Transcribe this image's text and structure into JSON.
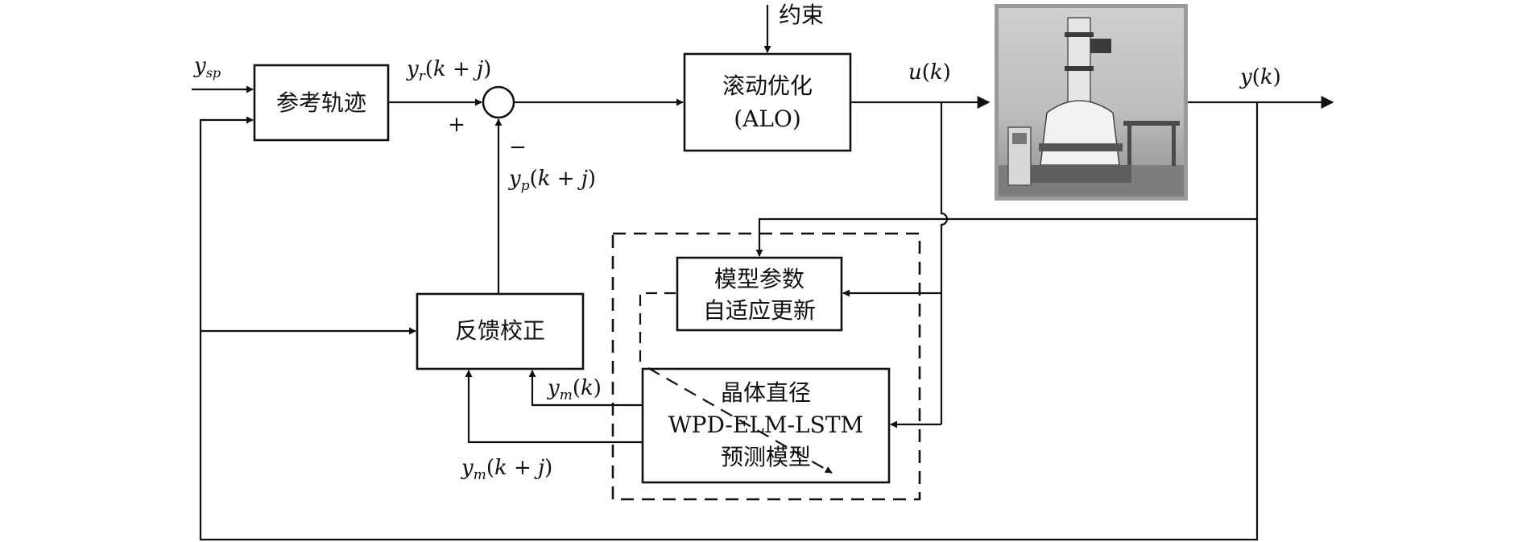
{
  "blocks": {
    "reference": "参考轨迹",
    "optimizer": [
      "滚动优化",
      "(ALO)"
    ],
    "feedback": "反馈校正",
    "update": [
      "模型参数",
      "自适应更新"
    ],
    "model": [
      "晶体直径",
      "WPD-ELM-LSTM",
      "预测模型"
    ]
  },
  "signals": {
    "ysp": "y_sp",
    "yr": "y_r(k + j)",
    "yp": "y_p(k + j)",
    "u": "u(k)",
    "y": "y(k)",
    "ym_k": "y_m(k)",
    "ym_kj": "y_m(k + j)",
    "constraint": "约束"
  },
  "summing_junction": {
    "plus": "+",
    "minus": "−"
  },
  "photo": {
    "subject": "crystal-growth-furnace"
  },
  "colors": {
    "line": "#111111",
    "photo_frame": "#9a9a9a"
  }
}
